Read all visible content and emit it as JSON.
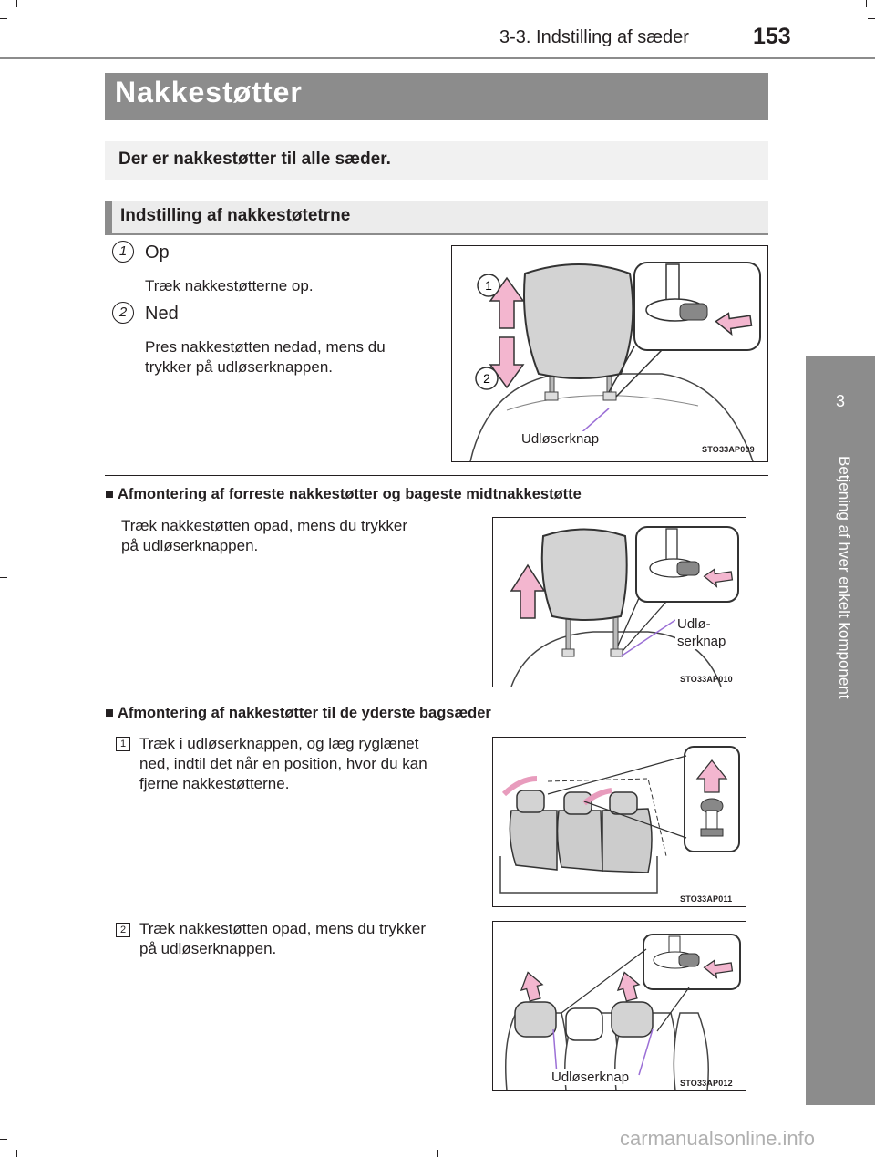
{
  "header": {
    "section_ref": "3-3. Indstilling af sæder",
    "page_number": "153"
  },
  "side_tab": {
    "chapter_number": "3",
    "chapter_title": "Betjening af hver enkelt komponent"
  },
  "page_title": "Nakkestøtter",
  "intro": "Der er nakkestøtter til alle sæder.",
  "subsection": {
    "title": "Indstilling af nakkestøtetrne",
    "items": [
      {
        "num": "1",
        "title": "Op",
        "text": "Træk nakkestøtterne op."
      },
      {
        "num": "2",
        "title": "Ned",
        "text_line1": "Pres nakkestøtten nedad, mens du",
        "text_line2": "trykker på udløserknappen."
      }
    ],
    "figure": {
      "callout": "Udløserknap",
      "code": "STO33AP009",
      "labels": [
        "1",
        "2"
      ]
    }
  },
  "section_front": {
    "heading": "Afmontering af forreste nakkestøtter og bageste midtnakkestøtte",
    "text_line1": "Træk nakkestøtten opad, mens du trykker",
    "text_line2": "på udløserknappen.",
    "figure": {
      "callout_line1": "Udlø-",
      "callout_line2": "serknap",
      "code": "STO33AP010"
    }
  },
  "section_rear": {
    "heading": "Afmontering af nakkestøtter til de yderste bagsæder",
    "steps": [
      {
        "num": "1",
        "line1": "Træk i udløserknappen, og læg ryglænet",
        "line2": "ned, indtil det når en position, hvor du kan",
        "line3": "fjerne nakkestøtterne."
      },
      {
        "num": "2",
        "line1": "Træk nakkestøtten opad, mens du trykker",
        "line2": "på udløserknappen."
      }
    ],
    "figure1": {
      "code": "STO33AP011"
    },
    "figure2": {
      "callout": "Udløserknap",
      "code": "STO33AP012"
    }
  },
  "bullet_glyph": "■",
  "footer": {
    "watermark": "carmanualsonline.info"
  },
  "colors": {
    "gray_bar": "#8c8c8c",
    "arrow_pink": "#f3b6cf",
    "callout_line": "#9b6fd6"
  }
}
